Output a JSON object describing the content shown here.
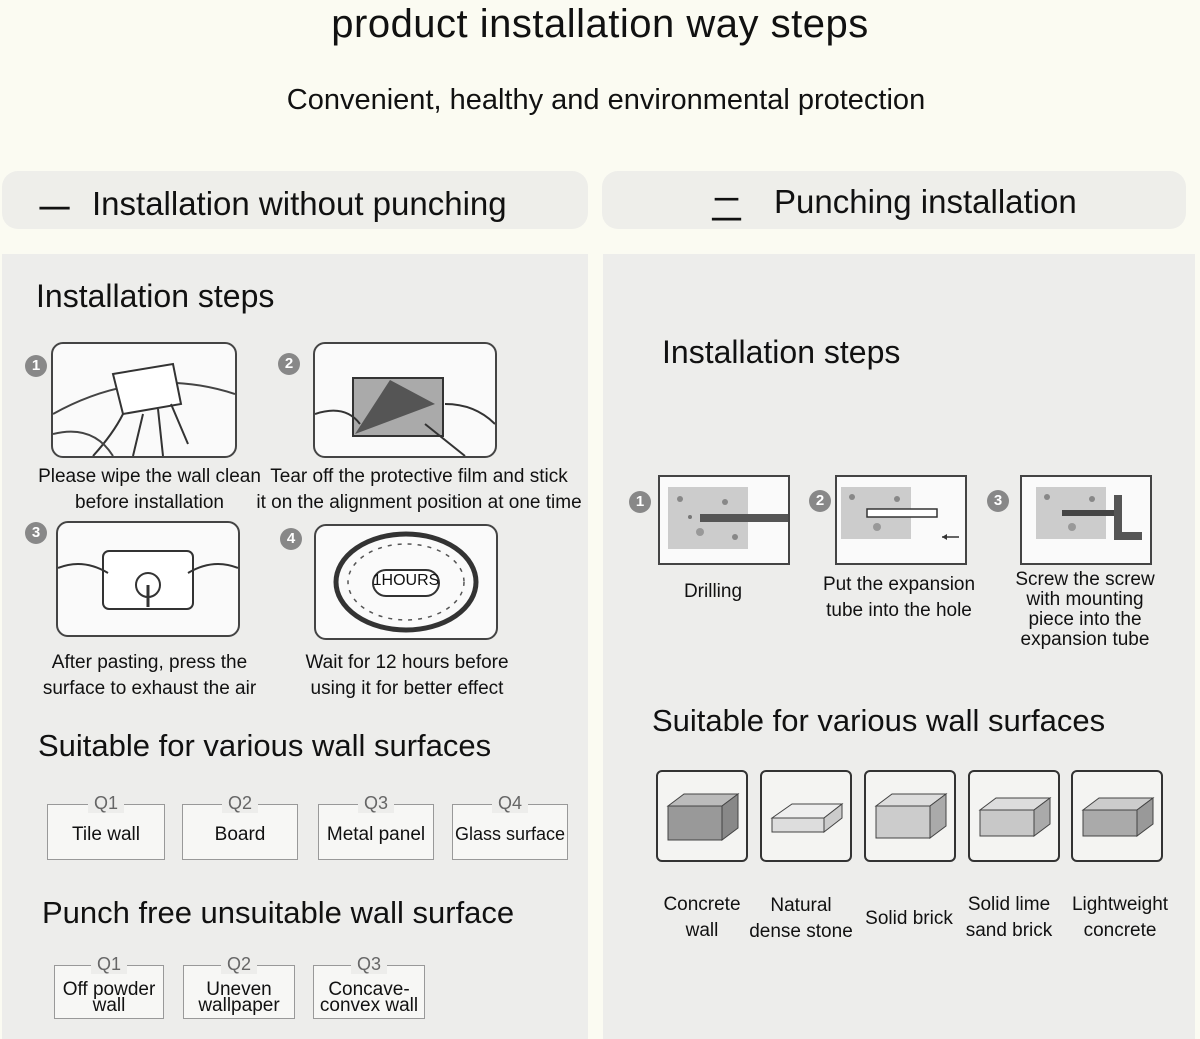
{
  "header": {
    "title": "product installation way steps",
    "subtitle": "Convenient, healthy and environmental protection"
  },
  "left": {
    "tab_number": "一",
    "tab_label": "Installation without punching",
    "steps_title": "Installation steps",
    "steps": [
      {
        "num": "1",
        "line1": "Please wipe the wall clean",
        "line2": "before installation"
      },
      {
        "num": "2",
        "line1": "Tear off the protective film and stick",
        "line2": "it on the alignment position at one time"
      },
      {
        "num": "3",
        "line1": "After pasting, press the",
        "line2": "surface to exhaust the air"
      },
      {
        "num": "4",
        "line1": "Wait for 12 hours before",
        "line2": "using it for better effect"
      }
    ],
    "clock_label": "1HOURS",
    "suitable_title": "Suitable for various wall surfaces",
    "suitable": [
      {
        "q": "Q1",
        "label": "Tile wall"
      },
      {
        "q": "Q2",
        "label": "Board"
      },
      {
        "q": "Q3",
        "label": "Metal panel"
      },
      {
        "q": "Q4",
        "label": "Glass surface"
      }
    ],
    "unsuitable_title": "Punch free unsuitable wall surface",
    "unsuitable": [
      {
        "q": "Q1",
        "line1": "Off powder",
        "line2": "wall"
      },
      {
        "q": "Q2",
        "line1": "Uneven",
        "line2": "wallpaper"
      },
      {
        "q": "Q3",
        "line1": "Concave-",
        "line2": "convex wall"
      }
    ]
  },
  "right": {
    "tab_number": "二",
    "tab_label": "Punching installation",
    "steps_title": "Installation steps",
    "steps": [
      {
        "num": "1",
        "lines": [
          "Drilling"
        ]
      },
      {
        "num": "2",
        "lines": [
          "Put the expansion",
          "tube into the hole"
        ]
      },
      {
        "num": "3",
        "lines": [
          "Screw the screw",
          "with mounting",
          "piece into the",
          "expansion tube"
        ]
      }
    ],
    "suitable_title": "Suitable for various wall surfaces",
    "surfaces": [
      {
        "line1": "Concrete",
        "line2": "wall"
      },
      {
        "line1": "Natural",
        "line2": "dense stone"
      },
      {
        "line1": "Solid brick",
        "line2": ""
      },
      {
        "line1": "Solid lime",
        "line2": "sand brick"
      },
      {
        "line1": "Lightweight",
        "line2": "concrete"
      }
    ]
  }
}
